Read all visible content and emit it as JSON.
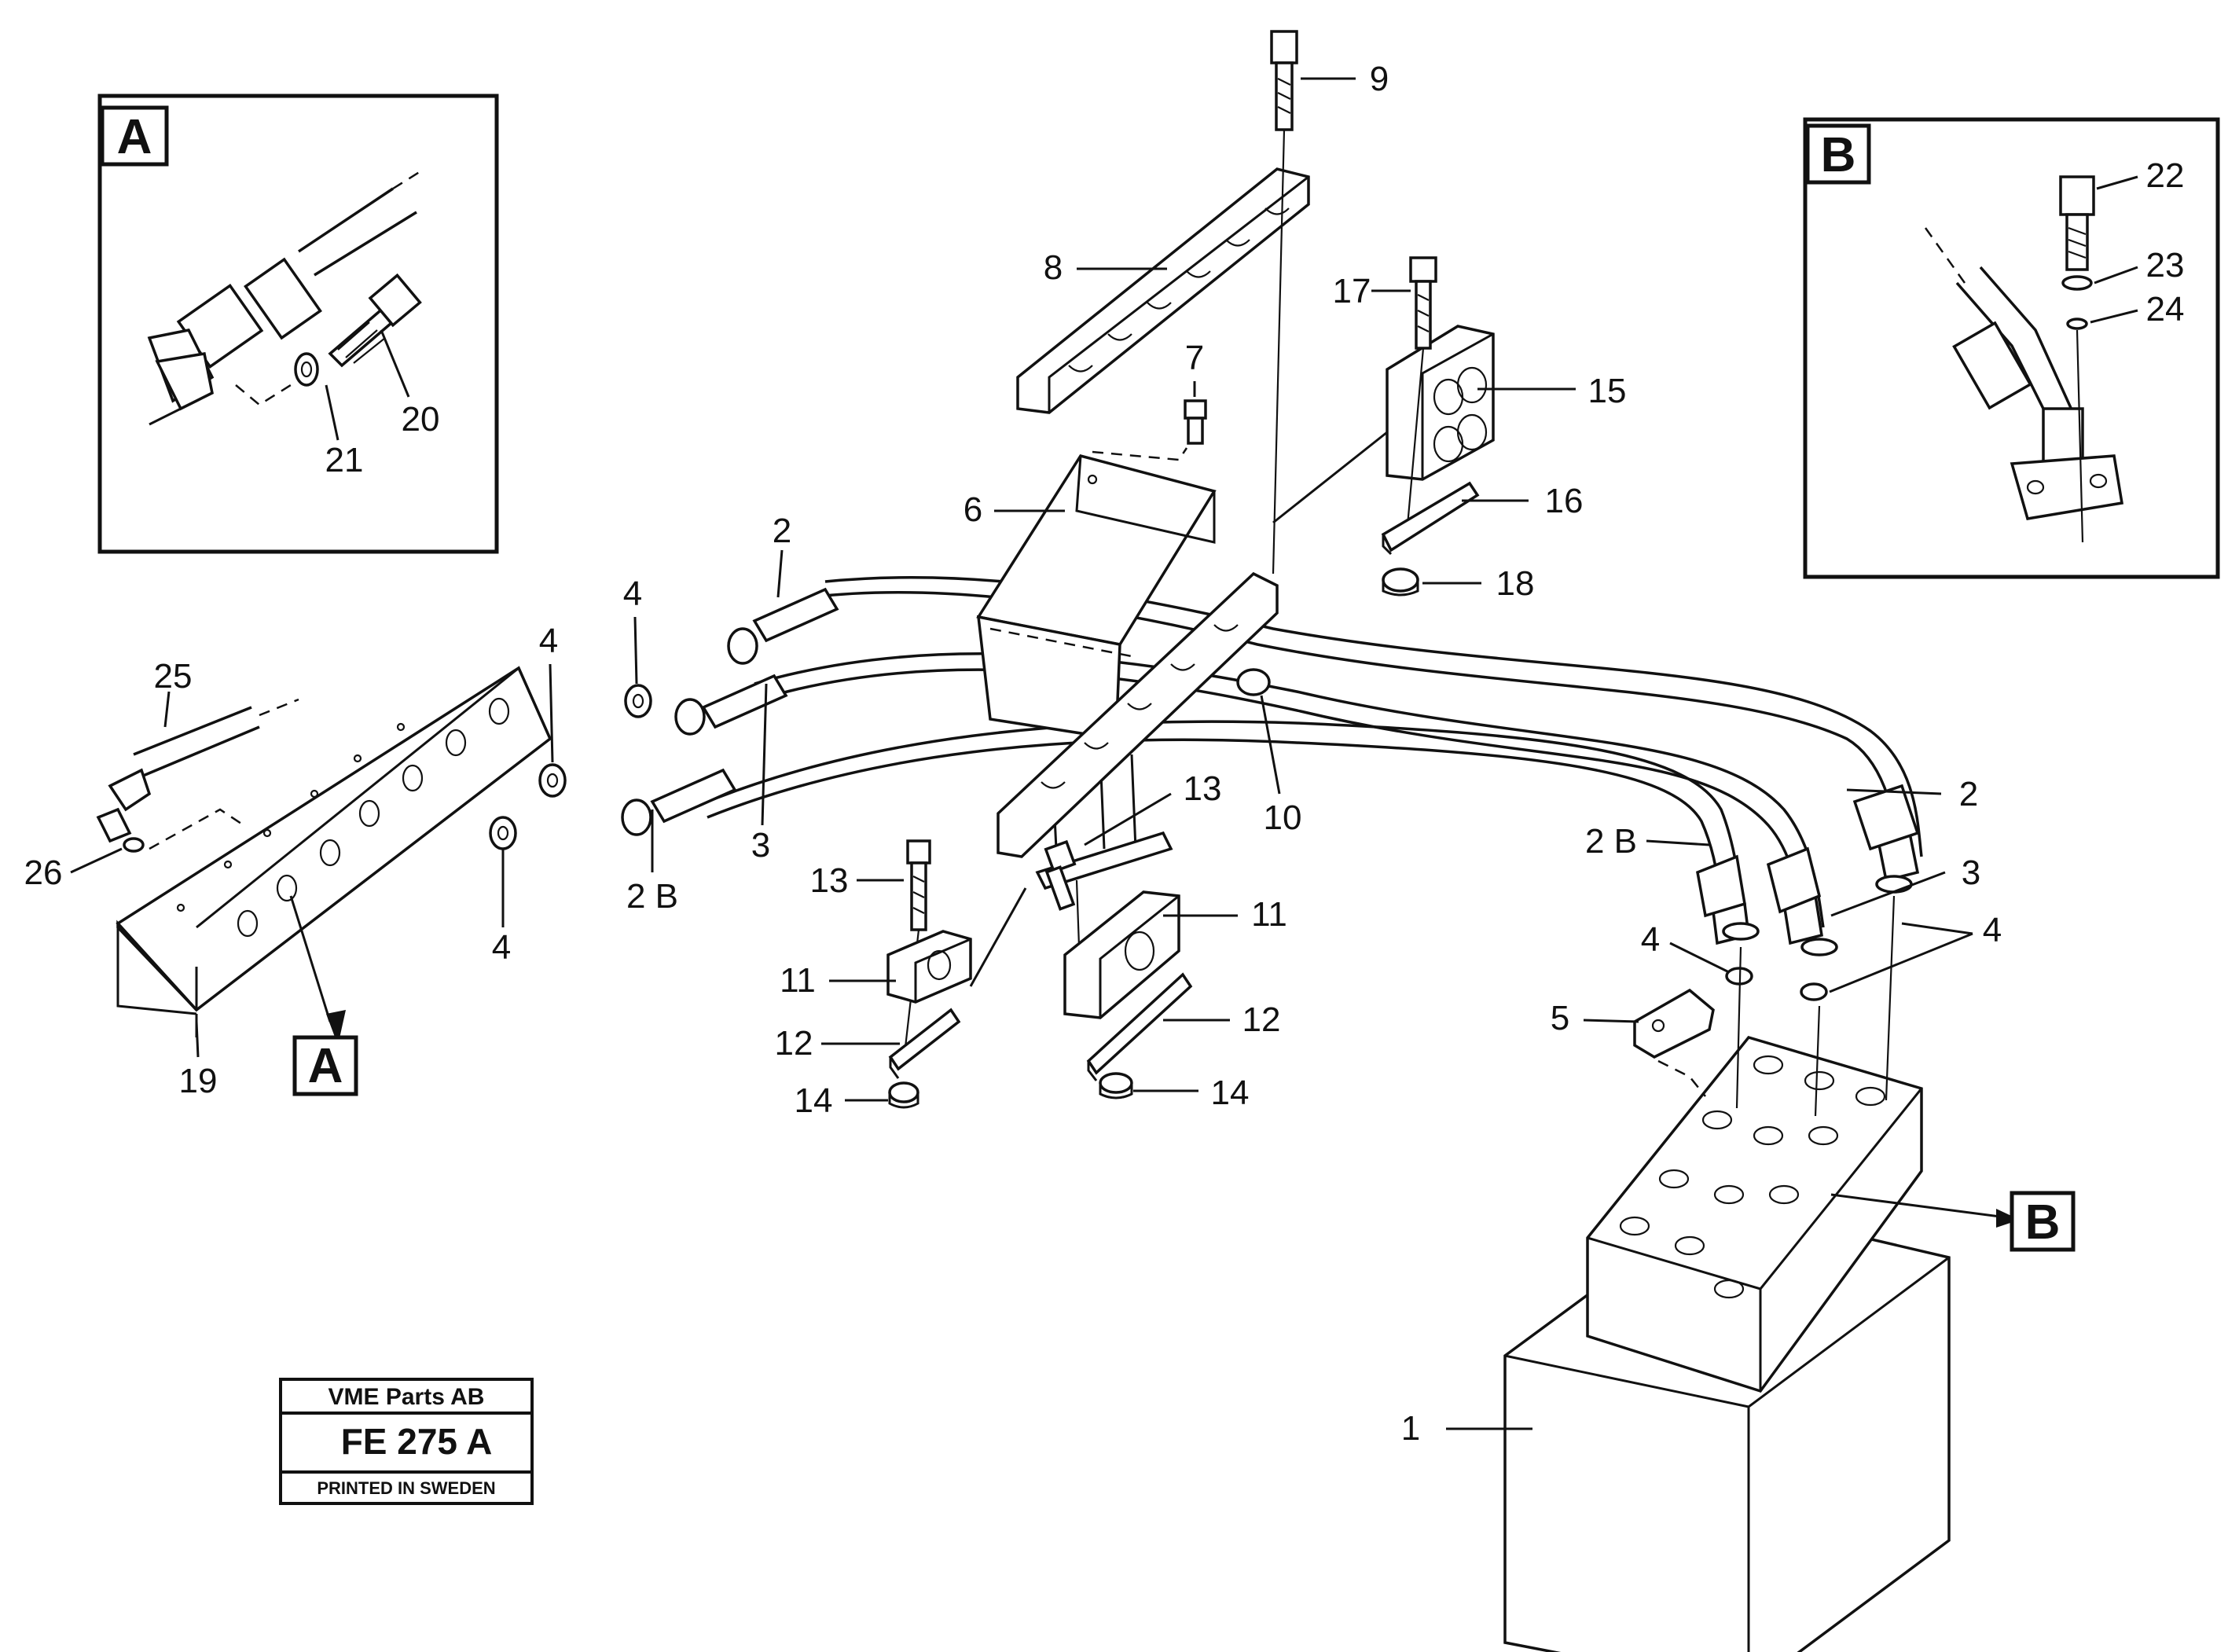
{
  "diagram": {
    "part_labels": {
      "p1": "1",
      "p2a": "2",
      "p2b": "2",
      "p2B_left": "2 B",
      "p2B_right": "2 B",
      "p3a": "3",
      "p3b": "3",
      "p4a": "4",
      "p4b": "4",
      "p4c": "4",
      "p4d": "4",
      "p4e": "4",
      "p5": "5",
      "p6": "6",
      "p7": "7",
      "p8": "8",
      "p9": "9",
      "p10": "10",
      "p11a": "11",
      "p11b": "11",
      "p12a": "12",
      "p12b": "12",
      "p13a": "13",
      "p13b": "13",
      "p14a": "14",
      "p14b": "14",
      "p15": "15",
      "p16": "16",
      "p17": "17",
      "p18": "18",
      "p19": "19",
      "p20": "20",
      "p21": "21",
      "p22": "22",
      "p23": "23",
      "p24": "24",
      "p25": "25",
      "p26": "26"
    },
    "detail_refs": {
      "inset_a": "A",
      "inset_b": "B",
      "callout_a": "A",
      "callout_b": "B"
    },
    "stamp": {
      "company": "VME Parts AB",
      "code": "FE 275 A",
      "printed": "PRINTED IN SWEDEN"
    }
  }
}
